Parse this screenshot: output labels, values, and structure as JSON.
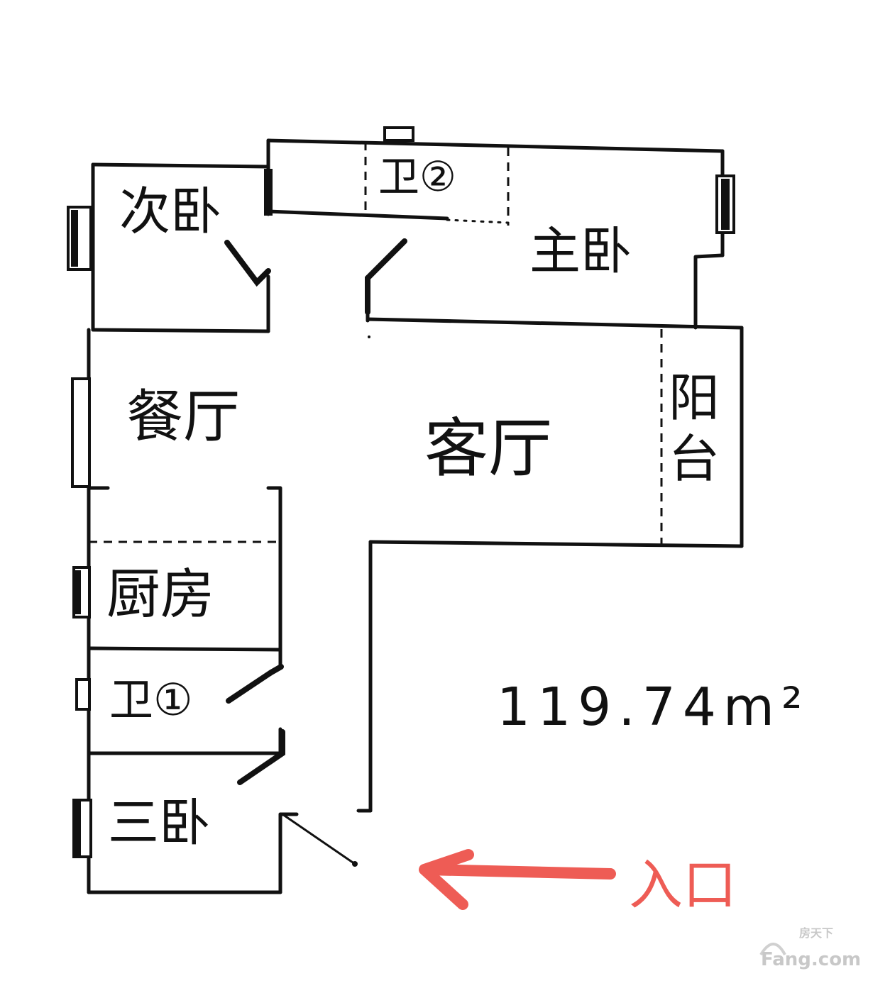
{
  "rooms": {
    "second_bedroom": "次卧",
    "bathroom_2": "卫②",
    "master_bedroom": "主卧",
    "dining": "餐厅",
    "living": "客厅",
    "balcony": "阳台",
    "kitchen": "厨房",
    "bathroom_1": "卫①",
    "third_bedroom": "三卧"
  },
  "area_label": "119.74m²",
  "entry": {
    "label": "入口",
    "arrow_color": "#ee5c55"
  },
  "watermark": {
    "small": "房天下",
    "brand": "Fang.com"
  }
}
